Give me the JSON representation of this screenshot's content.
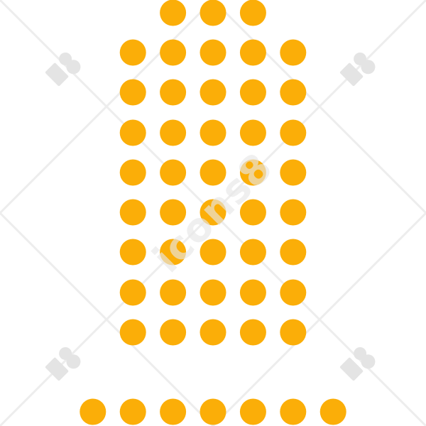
{
  "dots": {
    "color": "#FBAE08",
    "shape": "circle",
    "rows": [
      {
        "count": 3
      },
      {
        "count": 5
      },
      {
        "count": 5
      },
      {
        "count": 5
      },
      {
        "count": 5
      },
      {
        "count": 5
      },
      {
        "count": 5
      },
      {
        "count": 5
      },
      {
        "count": 5
      },
      {
        "count": 7
      }
    ]
  },
  "watermark": {
    "text": "icons8",
    "logo_icon": "icons8-logo-icon",
    "color": "#E6E6E6"
  }
}
